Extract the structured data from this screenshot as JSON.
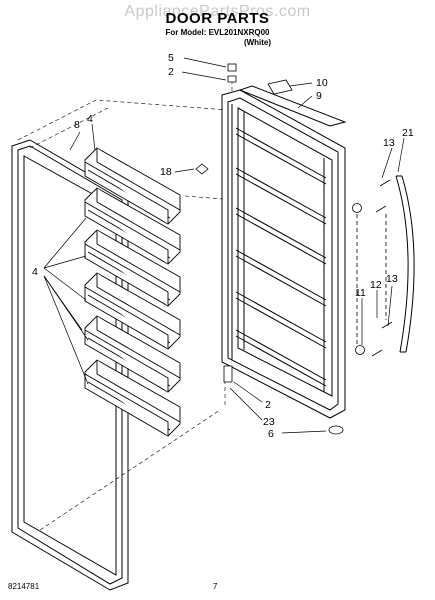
{
  "watermark": "AppliancePartsPros.com",
  "header": {
    "title": "DOOR PARTS",
    "model": "For Model: EVL201NXRQ00",
    "color": "(White)"
  },
  "footer": {
    "doc_number": "8214781",
    "page_number": "7"
  },
  "callouts": {
    "c5": "5",
    "c2_top": "2",
    "c10": "10",
    "c9": "9",
    "c8": "8",
    "c4_top": "4",
    "c18": "18",
    "c13_top": "13",
    "c21": "21",
    "c4_left": "4",
    "c11": "11",
    "c12": "12",
    "c13_bot": "13",
    "c2_bot": "2",
    "c23": "23",
    "c6": "6"
  }
}
